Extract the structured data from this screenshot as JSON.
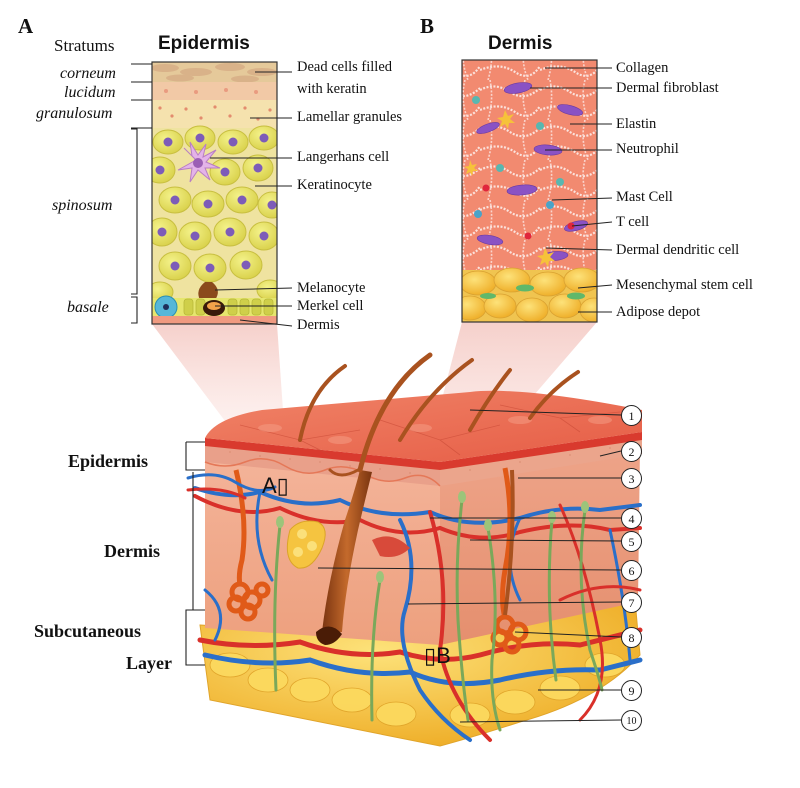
{
  "panel_a": {
    "letter": "A",
    "stratums_heading": "Stratums",
    "title": "Epidermis",
    "strata": [
      "corneum",
      "lucidum",
      "granulosum",
      "spinosum",
      "basale"
    ],
    "labels": [
      "Dead cells filled",
      "with keratin",
      "Lamellar granules",
      "Langerhans cell",
      "Keratinocyte",
      "Melanocyte",
      "Merkel cell",
      "Dermis"
    ]
  },
  "panel_b": {
    "letter": "B",
    "title": "Dermis",
    "labels": [
      "Collagen",
      "Dermal fibroblast",
      "Elastin",
      "Neutrophil",
      "Mast Cell",
      "T cell",
      "Dermal dendritic cell",
      "Mesenchymal stem cell",
      "Adipose depot"
    ]
  },
  "layers": {
    "epidermis": "Epidermis",
    "dermis": "Dermis",
    "subcutaneous": "Subcutaneous",
    "layer": "Layer"
  },
  "box_labels": {
    "a": "A▯",
    "b": "▯B"
  },
  "callouts": [
    "1",
    "2",
    "3",
    "4",
    "5",
    "6",
    "7",
    "8",
    "9",
    "10"
  ],
  "colors": {
    "epidermis_surface": "#e8604a",
    "dermis": "#f1a58a",
    "fat": "#f5c440",
    "artery": "#d9302a",
    "vein": "#2a6fc9",
    "nerve": "#7aa85a",
    "hair": "#a9521f",
    "keratinocyte": "#e8e46a",
    "nucleus": "#7d5cb8"
  }
}
